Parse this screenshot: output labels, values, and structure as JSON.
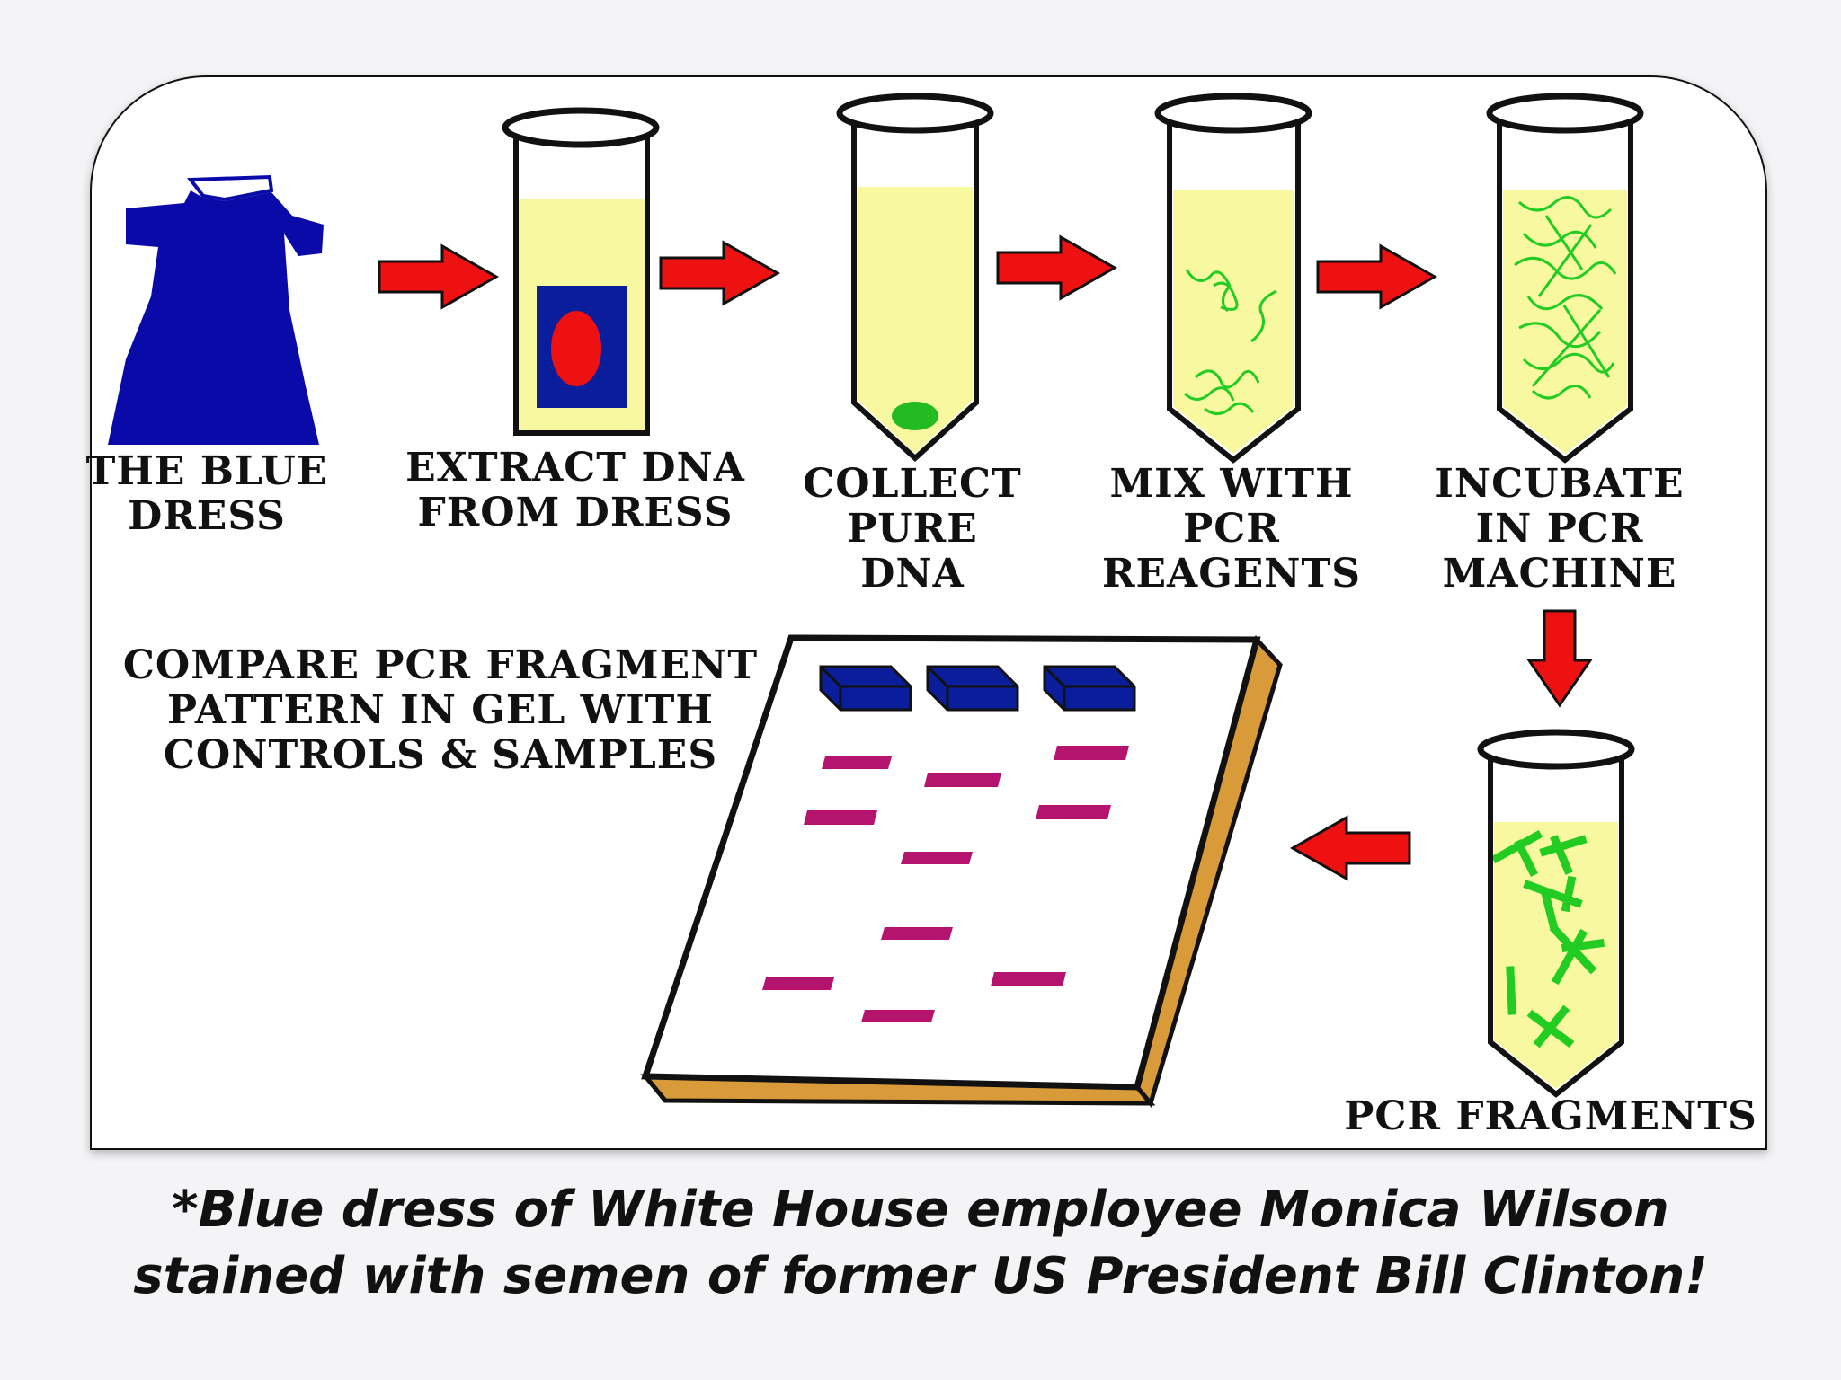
{
  "colors": {
    "dress": "#0a0aa8",
    "arrow": "#ee1111",
    "liquid": "#f8f8a0",
    "dna": "#22cc22",
    "band": "#b5146e",
    "well": "#0a1e9c",
    "gel_edge": "#d99a3a"
  },
  "steps": {
    "dress": "THE BLUE\nDRESS",
    "extract": "EXTRACT DNA\nFROM DRESS",
    "collect": "COLLECT\nPURE\nDNA",
    "mix": "MIX WITH\nPCR\nREAGENTS",
    "incubate": "INCUBATE\nIN PCR\nMACHINE",
    "fragments": "PCR FRAGMENTS",
    "compare": "COMPARE PCR FRAGMENT\nPATTERN IN GEL WITH\nCONTROLS & SAMPLES"
  },
  "caption": {
    "line1": "*Blue dress of White House employee Monica Wilson",
    "line2": "stained with semen of former US President Bill Clinton!"
  }
}
